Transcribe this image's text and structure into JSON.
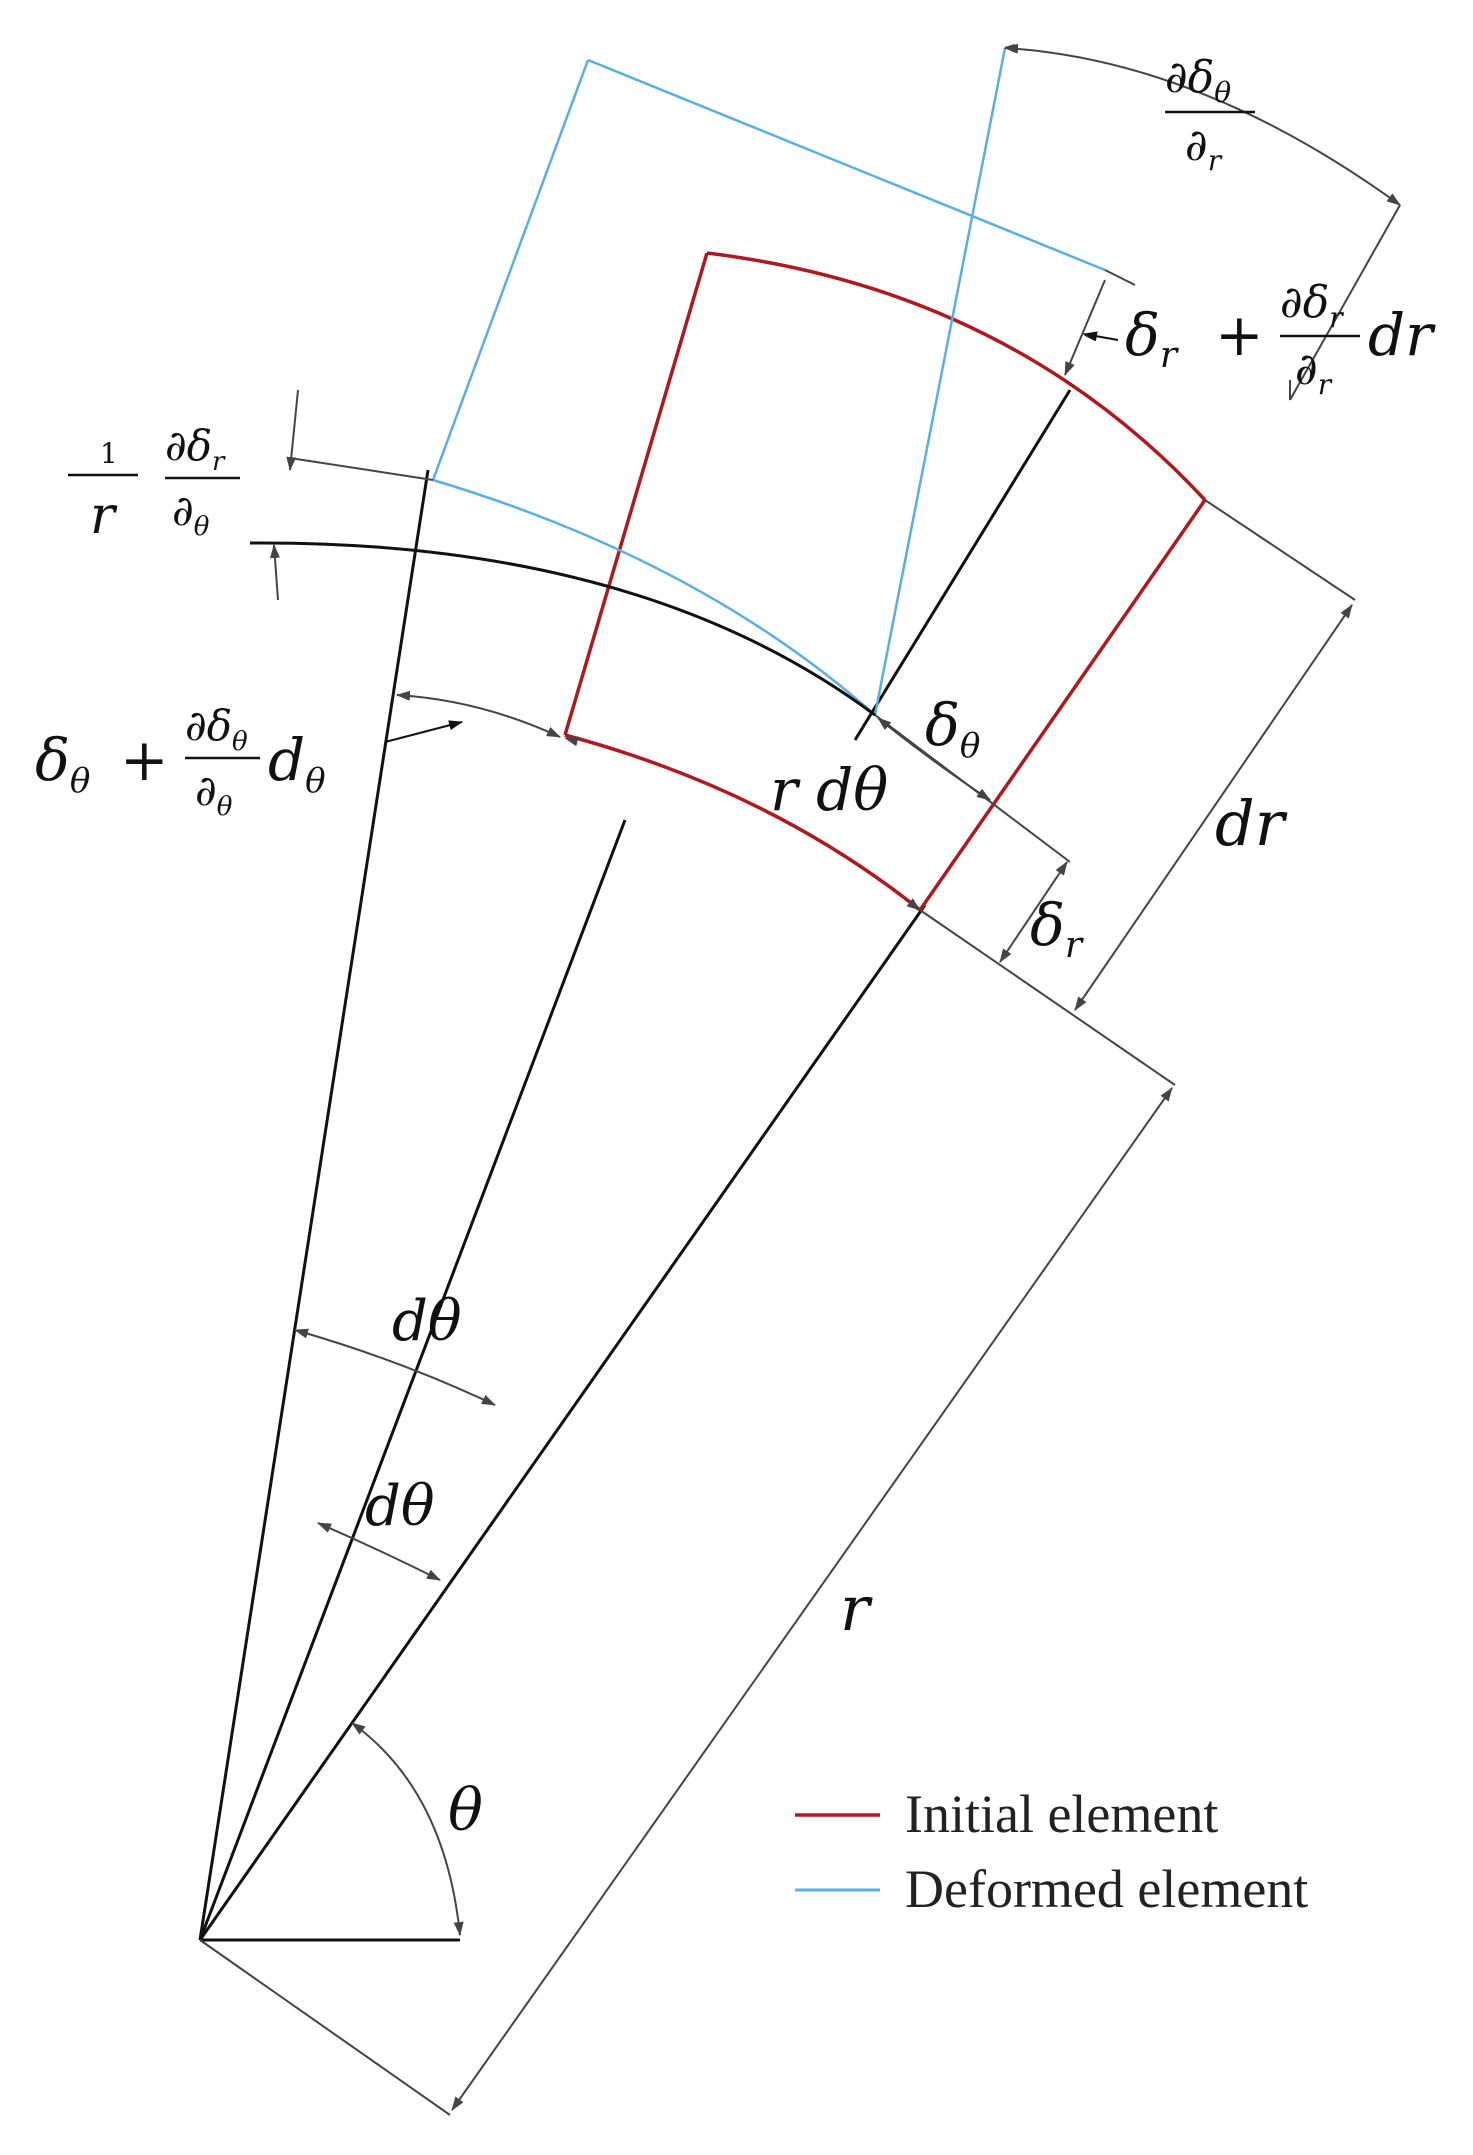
{
  "colors": {
    "line": "#111111",
    "dimension": "#444444",
    "initial": "#b01820",
    "deformed": "#5aaee6"
  },
  "labels": {
    "d_delta_theta_num": "∂δ",
    "d_delta_theta_sub": "θ",
    "d_r_den": "∂",
    "d_r_den_sub": "r",
    "delta_r": "δ",
    "delta_r_sub": "r",
    "plus": "+",
    "d_delta_r_num": "∂δ",
    "d_delta_r_num_sub": "r",
    "d_r_den2": "∂",
    "d_r_den2_sub": "r",
    "dr_suffix": "dr",
    "one": "1",
    "r_small": "r",
    "d_delta_r_num2": "∂δ",
    "d_delta_r_num2_sub": "r",
    "d_theta_den": "∂",
    "d_theta_den_sub": "θ",
    "delta_theta": "δ",
    "delta_theta_sub": "θ",
    "plus2": "+",
    "d_delta_theta_num2": "∂δ",
    "d_delta_theta_num2_sub": "θ",
    "d_theta_den2": "∂",
    "d_theta_den2_sub": "θ",
    "d_theta_suffix": "d",
    "d_theta_suffix_sub": "θ",
    "r_dtheta": "r dθ",
    "delta_theta_right": "δ",
    "delta_theta_right_sub": "θ",
    "dr_right": "dr",
    "delta_r_right": "δ",
    "delta_r_right_sub": "r",
    "dtheta_upper": "dθ",
    "dtheta_lower": "dθ",
    "r_big": "r",
    "theta": "θ"
  },
  "legend": {
    "items": [
      {
        "label": "Initial element",
        "color": "#b01820"
      },
      {
        "label": "Deformed element",
        "color": "#5aaee6"
      }
    ]
  }
}
